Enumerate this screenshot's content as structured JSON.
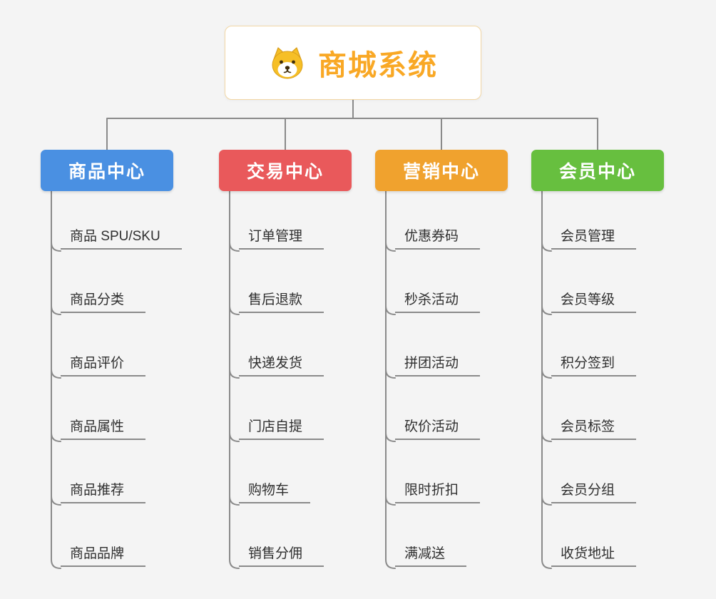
{
  "root": {
    "title": "商城系统",
    "icon": "dog-icon"
  },
  "branches": [
    {
      "label": "商品中心",
      "color": "#4a90e2",
      "children": [
        "商品 SPU/SKU",
        "商品分类",
        "商品评价",
        "商品属性",
        "商品推荐",
        "商品品牌"
      ]
    },
    {
      "label": "交易中心",
      "color": "#e9595b",
      "children": [
        "订单管理",
        "售后退款",
        "快递发货",
        "门店自提",
        "购物车",
        "销售分佣"
      ]
    },
    {
      "label": "营销中心",
      "color": "#f0a22e",
      "children": [
        "优惠券码",
        "秒杀活动",
        "拼团活动",
        "砍价活动",
        "限时折扣",
        "满减送"
      ]
    },
    {
      "label": "会员中心",
      "color": "#67bf3f",
      "children": [
        "会员管理",
        "会员等级",
        "积分签到",
        "会员标签",
        "会员分组",
        "收货地址"
      ]
    }
  ],
  "colors": {
    "background": "#f4f4f4",
    "line": "#8a8a8a",
    "root_text": "#f9a825",
    "root_border": "#f3d7a4",
    "child_text": "#2f2f2f"
  }
}
